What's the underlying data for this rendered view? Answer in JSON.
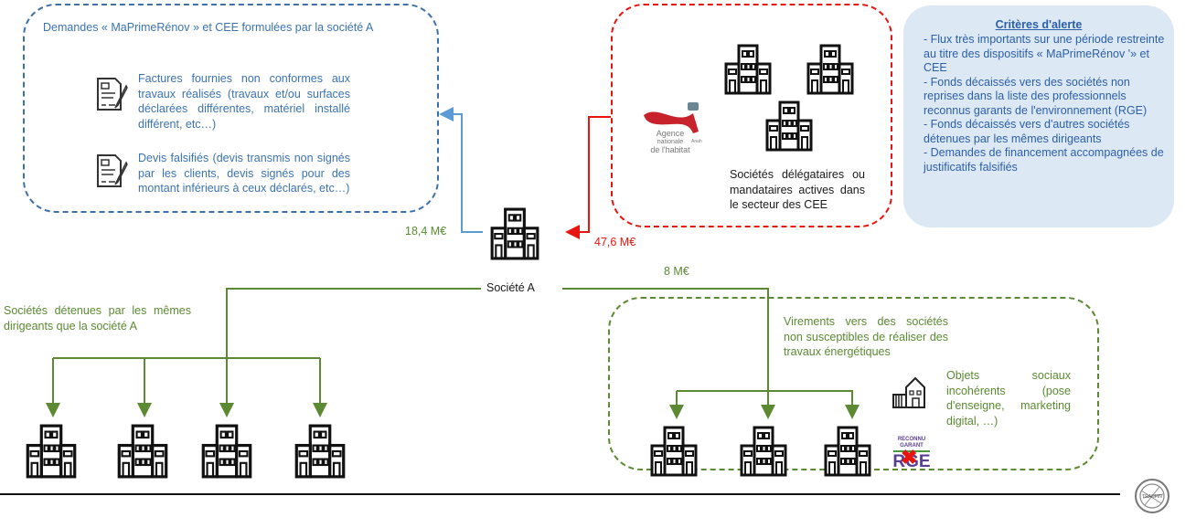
{
  "left_box": {
    "title": "Demandes « MaPrimeRénov » et CEE formulées par la société A",
    "items": [
      {
        "icon": "signed-document-icon",
        "text": "Factures fournies non conformes aux travaux réalisés (travaux et/ou surfaces déclarées différentes, matériel installé différent, etc…)"
      },
      {
        "icon": "signed-document-icon",
        "text": "Devis falsifiés (devis transmis non signés par les clients, devis signés pour des montant inférieurs à ceux déclarés, etc…)"
      }
    ]
  },
  "right_box": {
    "logo": {
      "lines": [
        "Agence",
        "nationale",
        "de l'habitat"
      ],
      "tag": "Anah"
    },
    "text": "Sociétés délégataires ou mandataires actives dans le secteur des CEE"
  },
  "criteria": {
    "title": "Critères d'alerte",
    "items": [
      "- Flux très importants sur une période restreinte au titre des dispositifs « MaPrimeRénov '» et CEE",
      "- Fonds décaissés vers des sociétés non reprises dans la liste des professionnels reconnus garants de l'environnement (RGE)",
      "- Fonds décaissés vers d'autres sociétés détenues par les mêmes dirigeants",
      "- Demandes de financement accompagnées de justificatifs falsifiés"
    ]
  },
  "central": {
    "label": "Société A",
    "amount_out_blue": "18,4 M€",
    "amount_in_red": "47,6 M€",
    "amount_out_green": "8 M€"
  },
  "owned_companies": {
    "text": "Sociétés détenues par les mêmes dirigeants que la société A"
  },
  "transfers_box": {
    "text": "Virements vers des sociétés non susceptibles de réaliser des travaux énergétiques",
    "objects_text": "Objets sociaux incohérents (pose d'enseigne, marketing digital, …)",
    "rge_badge": {
      "lines": [
        "RECONNU",
        "GARANT",
        "RGE"
      ]
    }
  },
  "footer": {
    "seal": "TRACFIN"
  },
  "colors": {
    "blue": "#3b73b3",
    "red": "#e8140f",
    "green": "#5b8a32",
    "criteria_bg": "#dde8f5"
  }
}
